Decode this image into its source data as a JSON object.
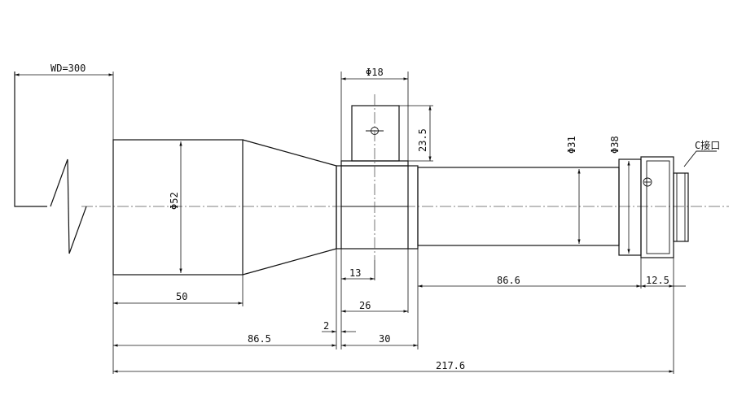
{
  "drawing": {
    "labels": {
      "wd": "WD=300",
      "dia18": "Φ18",
      "h23_5": "23.5",
      "dia31": "Φ31",
      "dia38": "Φ38",
      "mount": "C接口",
      "dia52": "Φ52",
      "len50": "50",
      "len13": "13",
      "len26": "26",
      "len2": "2",
      "len30": "30",
      "len86_5": "86.5",
      "len86_6": "86.6",
      "len12_5": "12.5",
      "len217_6": "217.6"
    }
  }
}
